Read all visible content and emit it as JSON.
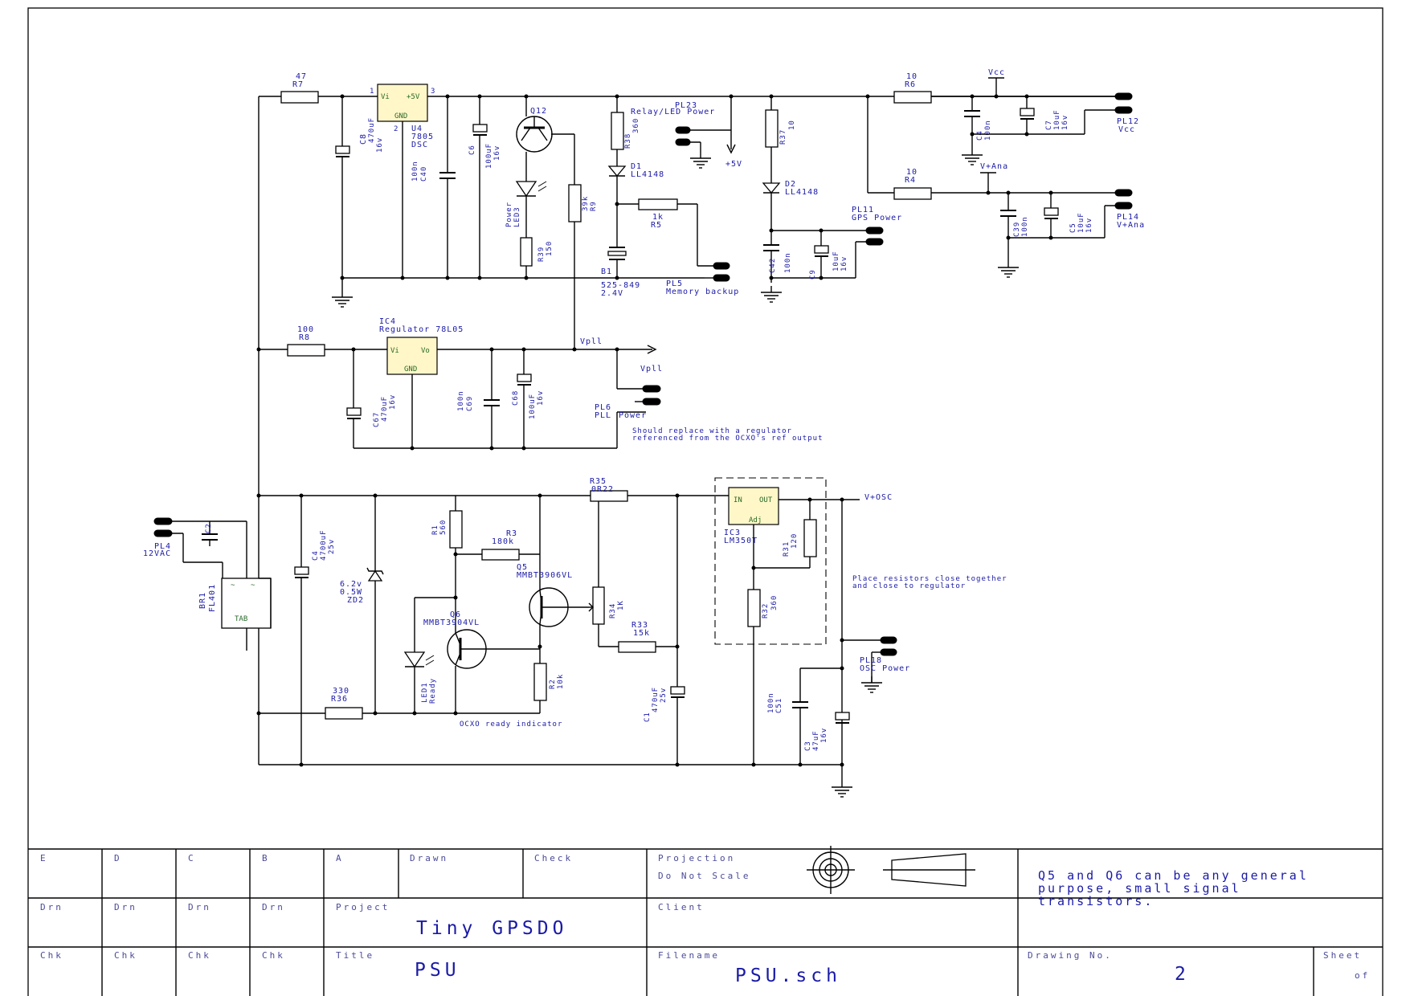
{
  "schematic": {
    "r7": {
      "value": "47",
      "ref": "R7"
    },
    "u4": {
      "pin_vi": "Vi",
      "pin_out": "+5V",
      "pin_gnd": "GND",
      "n1": "1",
      "n2": "2",
      "n3": "3",
      "ref": "U4",
      "part": "7805",
      "pkg": "DSC"
    },
    "c8": {
      "ref": "C8",
      "val": "470uF",
      "volt": "16v"
    },
    "c40": {
      "ref": "C40",
      "val": "100n"
    },
    "c6": {
      "ref": "C6",
      "val": "100uF",
      "volt": "16v"
    },
    "q12": {
      "ref": "Q12"
    },
    "led3": {
      "ref": "LED3",
      "name": "Power"
    },
    "r39": {
      "ref": "R39",
      "val": "150"
    },
    "r9": {
      "ref": "R9",
      "val": "39k"
    },
    "r38": {
      "ref": "R38",
      "val": "360"
    },
    "d1": {
      "ref": "D1",
      "part": "LL4148"
    },
    "r5": {
      "ref": "R5",
      "val": "1k"
    },
    "b1": {
      "ref": "B1",
      "part": "525-849",
      "volt": "2.4V"
    },
    "pl5": {
      "ref": "PL5",
      "name": "Memory backup"
    },
    "pl23": {
      "ref": "PL23",
      "name": "Relay/LED Power"
    },
    "plus5": "+5V",
    "r37": {
      "ref": "R37",
      "val": "10"
    },
    "d2": {
      "ref": "D2",
      "part": "LL4148"
    },
    "pl11": {
      "ref": "PL11",
      "name": "GPS Power"
    },
    "c42": {
      "ref": "C42",
      "val": "100n"
    },
    "c9": {
      "ref": "C9",
      "val": "10uF",
      "volt": "16v"
    },
    "r6": {
      "ref": "R6",
      "val": "10"
    },
    "vcc": "Vcc",
    "c41": {
      "ref": "C4",
      "val": "100n"
    },
    "c7": {
      "ref": "C7",
      "val": "10uF",
      "volt": "16v"
    },
    "pl12": {
      "ref": "PL12",
      "name": "Vcc"
    },
    "r4": {
      "ref": "R4",
      "val": "10"
    },
    "vana": "V+Ana",
    "c39": {
      "ref": "C39",
      "val": "100n"
    },
    "c5": {
      "ref": "C5",
      "val": "10uF",
      "volt": "16v"
    },
    "pl14": {
      "ref": "PL14",
      "name": "V+Ana"
    },
    "r8": {
      "ref": "R8",
      "val": "100"
    },
    "ic4": {
      "ref": "IC4",
      "part": "Regulator 78L05",
      "pin_vi": "Vi",
      "pin_vo": "Vo",
      "pin_gnd": "GND"
    },
    "c67": {
      "ref": "C67",
      "val": "470uF",
      "volt": "16v"
    },
    "c69": {
      "ref": "C69",
      "val": "100n"
    },
    "c68": {
      "ref": "C68",
      "val": "100uF",
      "volt": "16v"
    },
    "vpll1": "Vpll",
    "vpll2": "Vpll",
    "pl6": {
      "ref": "PL6",
      "name": "PLL",
      "name2": "Power"
    },
    "note_pll": [
      "Should replace with a regulator",
      "referenced from the OCXO's ref output"
    ],
    "pl4": {
      "ref": "PL4",
      "name": "12VAC"
    },
    "c2": {
      "ref": "C2"
    },
    "br1": {
      "ref": "BR1",
      "part": "FL401",
      "pin_tab": "TAB"
    },
    "c4": {
      "ref": "C4",
      "val": "4700uF",
      "volt": "25v"
    },
    "zd2": {
      "ref": "ZD2",
      "val": "6.2v",
      "pwr": "0.5W"
    },
    "r1": {
      "ref": "R1",
      "val": "560"
    },
    "r3": {
      "ref": "R3",
      "val": "180k"
    },
    "q5": {
      "ref": "Q5",
      "part": "MMBT3906VL"
    },
    "q6": {
      "ref": "Q6",
      "part": "MMBT3904VL"
    },
    "led1": {
      "ref": "LED1",
      "name": "Ready"
    },
    "r2": {
      "ref": "R2",
      "val": "10k"
    },
    "r34": {
      "ref": "R34",
      "val": "1K"
    },
    "r33": {
      "ref": "R33",
      "val": "15k"
    },
    "r36": {
      "ref": "R36",
      "val": "330"
    },
    "ocxo_note": "OCXO ready indicator",
    "r35": {
      "ref": "R35",
      "val": "0R22"
    },
    "c1": {
      "ref": "C1",
      "val": "470uF",
      "volt": "25v"
    },
    "ic3": {
      "ref": "IC3",
      "part": "LM350T",
      "pin_in": "IN",
      "pin_out": "OUT",
      "pin_adj": "Adj"
    },
    "r31": {
      "ref": "R31",
      "val": "120"
    },
    "r32": {
      "ref": "R32",
      "val": "360"
    },
    "vosc": "V+OSC",
    "note_res": [
      "Place resistors close together",
      "and close to regulator"
    ],
    "pl18": {
      "ref": "PL18",
      "name": "OSC Power"
    },
    "c51": {
      "ref": "C51",
      "val": "100n"
    },
    "c3": {
      "ref": "C3",
      "val": "47uF",
      "volt": "16v"
    }
  },
  "title_block": {
    "zones": [
      "E",
      "D",
      "C",
      "B",
      "A"
    ],
    "drawn_label": "Drawn",
    "check_label": "Check",
    "projection_label": "Projection",
    "do_not_scale": "Do Not Scale",
    "drn_labels": [
      "Drn",
      "Drn",
      "Drn",
      "Drn"
    ],
    "chk_labels": [
      "Chk",
      "Chk",
      "Chk",
      "Chk"
    ],
    "project_label": "Project",
    "project_value": "Tiny GPSDO",
    "client_label": "Client",
    "title_label": "Title",
    "title_value": "PSU",
    "filename_label": "Filename",
    "filename_value": "PSU.sch",
    "drawing_no_label": "Drawing No.",
    "drawing_no_value": "2",
    "sheet_label": "Sheet",
    "sheet_of": "of",
    "note": [
      "Q5 and Q6 can be any general",
      "purpose, small signal",
      "transistors."
    ]
  }
}
